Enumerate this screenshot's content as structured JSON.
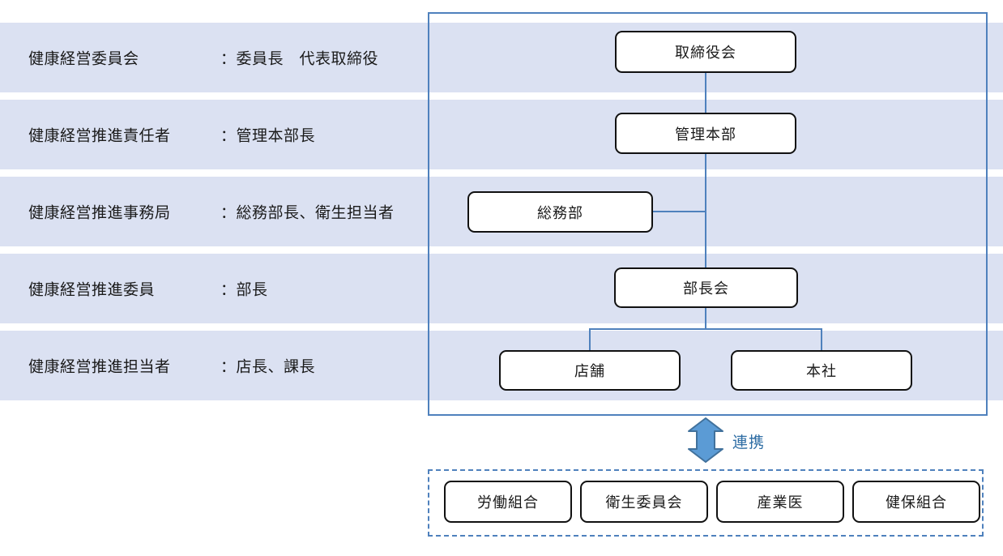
{
  "colors": {
    "band_bg": "#dbe1f2",
    "panel_border": "#4f81bd",
    "connector": "#4f81bd",
    "node_bg": "#ffffff",
    "node_border": "#111111",
    "arrow_fill": "#5b9bd5",
    "arrow_border": "#41719c",
    "link_label_color": "#2e6da4",
    "dashed_border": "#4f81bd",
    "text_color": "#1a1a1a"
  },
  "legend_rows": [
    {
      "label": "健康経営委員会",
      "role": "：委員長　代表取締役"
    },
    {
      "label": "健康経営推進責任者",
      "role": "：管理本部長"
    },
    {
      "label": "健康経営推進事務局",
      "role": "：総務部長、衛生担当者"
    },
    {
      "label": "健康経営推進委員",
      "role": "：部長"
    },
    {
      "label": "健康経営推進担当者",
      "role": "：店長、課長"
    }
  ],
  "org_chart": {
    "nodes": [
      {
        "id": "board",
        "label": "取締役会"
      },
      {
        "id": "management-hq",
        "label": "管理本部"
      },
      {
        "id": "general-affairs",
        "label": "総務部"
      },
      {
        "id": "managers-meeting",
        "label": "部長会"
      },
      {
        "id": "stores",
        "label": "店舗"
      },
      {
        "id": "head-office",
        "label": "本社"
      }
    ],
    "edges": [
      {
        "from": "board",
        "to": "management-hq"
      },
      {
        "from": "management-hq",
        "to": "managers-meeting"
      },
      {
        "from": "general-affairs",
        "to": "management-hq–managers-meeting line"
      },
      {
        "from": "managers-meeting",
        "to": "stores"
      },
      {
        "from": "managers-meeting",
        "to": "head-office"
      }
    ]
  },
  "link": {
    "label": "連携"
  },
  "external_bodies": [
    {
      "label": "労働組合"
    },
    {
      "label": "衛生委員会"
    },
    {
      "label": "産業医"
    },
    {
      "label": "健保組合"
    }
  ]
}
